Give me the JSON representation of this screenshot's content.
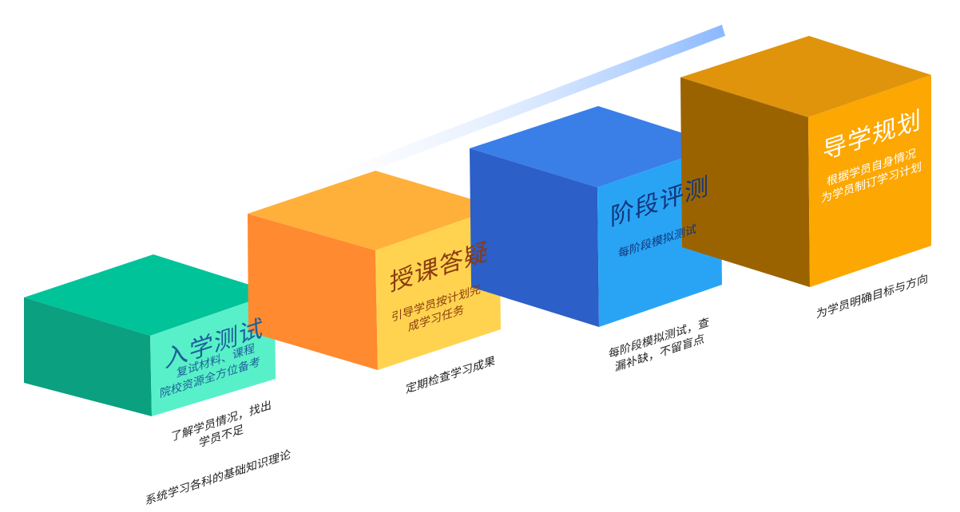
{
  "steps": [
    {
      "title": "入学测试",
      "desc": [
        "复试材料、课程",
        "院校资源全方位备考"
      ],
      "caption": [
        "了解学员情况，找出",
        "学员不足"
      ],
      "caption2": "系统学习各科的基础知识理论",
      "colors": {
        "top": "#00c39a",
        "left": "#0aa080",
        "front": "#58f0c8",
        "text": "#1e5f9a"
      }
    },
    {
      "title": "授课答疑",
      "desc": [
        "引导学员按计划完",
        "成学习任务"
      ],
      "caption": [
        "定期检查学习成果"
      ],
      "colors": {
        "top": "#ffb03a",
        "left": "#ff8a30",
        "front": "#ffd34f",
        "text": "#8a3a10"
      }
    },
    {
      "title": "阶段评测",
      "desc": [
        "每阶段模拟测试"
      ],
      "caption": [
        "每阶段模拟测试，查",
        "漏补缺，不留盲点"
      ],
      "colors": {
        "top": "#3a7ee8",
        "left": "#2c5fc7",
        "front": "#29a4f5",
        "text": "#12367a"
      }
    },
    {
      "title": "导学规划",
      "desc": [
        "根据学员自身情况",
        "为学员制订学习计划"
      ],
      "caption": [
        "为学员明确目标与方向"
      ],
      "colors": {
        "top": "#e0940c",
        "left": "#9b6300",
        "front": "#fca702",
        "text": "#ffffff"
      }
    }
  ],
  "accent_bar": {
    "color_start": "#ffffff",
    "color_end": "#8ab8ff"
  }
}
